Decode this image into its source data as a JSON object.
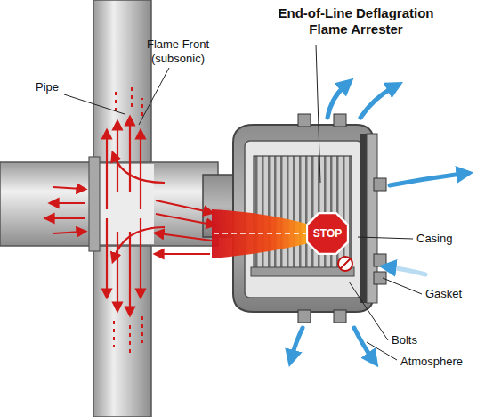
{
  "diagram": {
    "title": "End-of-Line Deflagration Flame Arrester",
    "nodes": [
      {
        "text": [
          "STOP"
        ]
      }
    ],
    "labels": [
      "Pipe",
      "Flame Front (subsonic)",
      "Casing",
      "Gasket",
      "Bolts",
      "Atmosphere"
    ]
  }
}
